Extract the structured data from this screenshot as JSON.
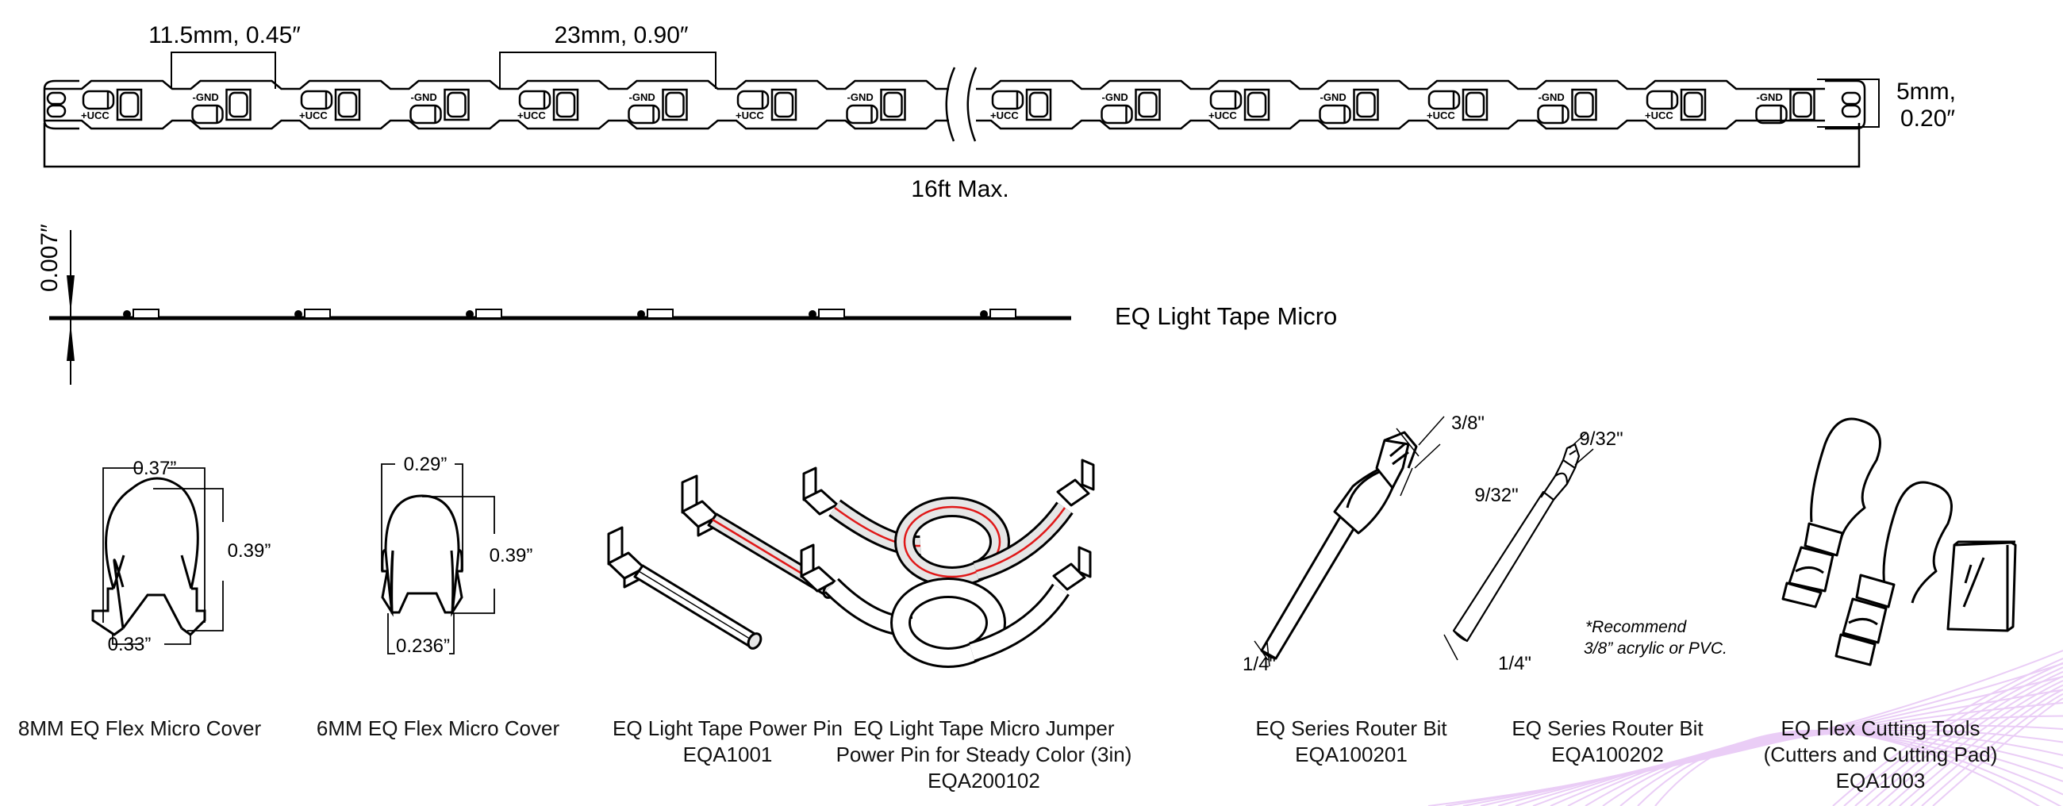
{
  "strip_top_view": {
    "pitch_label": "11.5mm, 0.45″",
    "cut_segment_label": "23mm, 0.90″",
    "width_label_line1": "5mm,",
    "width_label_line2": "0.20″",
    "max_length_label": "16ft Max.",
    "positive_pad_label": "+UCC",
    "ground_pad_label": "-GND"
  },
  "strip_side_view": {
    "thickness_label": "0.007″",
    "product_name": "EQ Light Tape Micro"
  },
  "accessories": [
    {
      "id": "8mm-cover",
      "caption": [
        "8MM EQ Flex Micro Cover"
      ],
      "dims": {
        "top_width": "0.37”",
        "height": "0.39”",
        "bottom_width": "0.33”"
      }
    },
    {
      "id": "6mm-cover",
      "caption": [
        "6MM EQ Flex Micro Cover"
      ],
      "dims": {
        "top_width": "0.29”",
        "height": "0.39”",
        "bottom_width": "0.236”"
      }
    },
    {
      "id": "power-pin",
      "caption": [
        "EQ Light Tape Power Pin",
        "EQA1001"
      ]
    },
    {
      "id": "jumper",
      "caption": [
        "EQ Light Tape Micro Jumper",
        "Power Pin for Steady Color (3in)",
        "EQA200102"
      ]
    },
    {
      "id": "router-bit-1",
      "caption": [
        "EQ Series Router Bit",
        "EQA100201"
      ],
      "dims": {
        "head_width": "3/8\"",
        "cut_depth": "9/32\"",
        "shank": "1/4\""
      }
    },
    {
      "id": "router-bit-2",
      "caption": [
        "EQ Series Router Bit",
        "EQA100202"
      ],
      "dims": {
        "cut_depth": "9/32\"",
        "shank": "1/4\""
      },
      "note": [
        "*Recommend",
        "3/8” acrylic or PVC."
      ]
    },
    {
      "id": "cutting-tools",
      "caption": [
        "EQ Flex Cutting Tools",
        "(Cutters and Cutting Pad)",
        "EQA1003"
      ]
    }
  ],
  "colors": {
    "line": "#000000",
    "wire_red": "#e01818",
    "wire_fill": "#e6e6e6",
    "swoosh": "#d9a6ef"
  }
}
